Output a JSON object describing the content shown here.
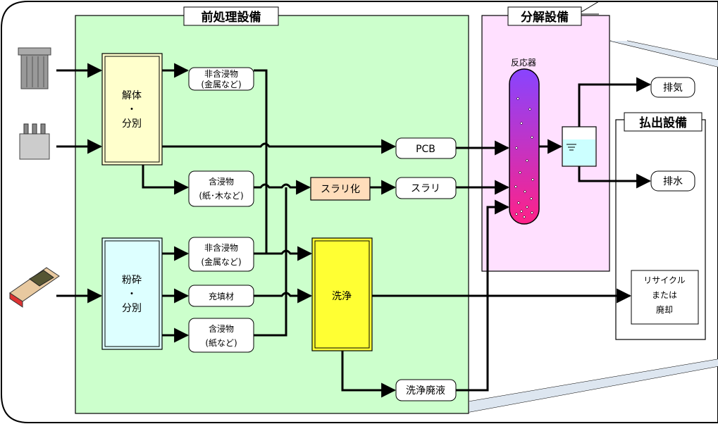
{
  "sections": {
    "pretreatment": "前処理設備",
    "decomposition": "分解設備",
    "discharge": "払出設備"
  },
  "process": {
    "dismantle": [
      "解体",
      "・",
      "分別"
    ],
    "crush": [
      "粉砕",
      "・",
      "分別"
    ],
    "slurry_make": "スラリ化",
    "wash": "洗浄"
  },
  "materials": {
    "nonimpregnated_1": [
      "非含浸物",
      "(金属など)"
    ],
    "impregnated_1": [
      "含浸物",
      "(紙･木など)"
    ],
    "nonimpregnated_2": [
      "非含浸物",
      "(金属など)"
    ],
    "filler": "充填材",
    "impregnated_2": [
      "含浸物",
      "(紙など)"
    ],
    "pcb": "PCB",
    "slurry": "スラリ",
    "wash_waste": "洗浄廃液"
  },
  "reactor": "反応器",
  "outputs": {
    "exhaust": "排気",
    "drain": "排水",
    "recycle": [
      "リサイクル",
      "または",
      "廃却"
    ]
  },
  "icon_names": [
    "transformer-drum-icon",
    "capacitor-icon",
    "ballast-icon"
  ],
  "colors": {
    "pretreatment_bg": "#ccffcc",
    "decomposition_bg": "#ffe0ff",
    "dismantle_box": "#ffffcc",
    "crush_box": "#ddffff",
    "slurry_box": "#ffddbb",
    "wash_box": "#ffff33",
    "reactor_top": "#8844ff",
    "reactor_bottom": "#ff2288"
  }
}
